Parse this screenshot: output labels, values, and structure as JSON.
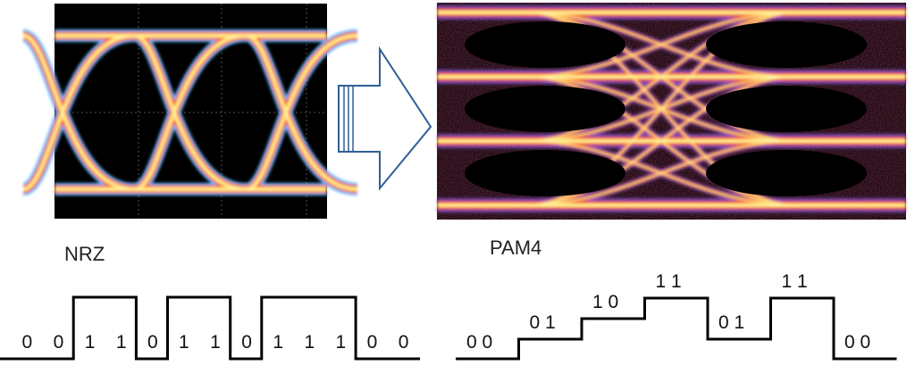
{
  "labels": {
    "left_title": "NRZ",
    "right_title": "PAM4"
  },
  "colors": {
    "eye_background": "#000000",
    "trace_hot": "#fff8b0",
    "trace_warm": "#ffd24a",
    "trace_mid": "#ff3a3a",
    "trace_cool": "#3fb8ff",
    "trace_low": "#8a6cff",
    "arrow_stroke": "#2f5f96",
    "signal_line": "#000000"
  },
  "nrz": {
    "bits": [
      "0",
      "0",
      "1",
      "1",
      "0",
      "1",
      "1",
      "0",
      "1",
      "1",
      "1",
      "0",
      "0"
    ],
    "levels": [
      0,
      0,
      1,
      1,
      0,
      1,
      1,
      0,
      1,
      1,
      1,
      0,
      0
    ]
  },
  "pam4": {
    "symbols": [
      {
        "text": "0  0",
        "level": 0
      },
      {
        "text": "0  1",
        "level": 1
      },
      {
        "text": "1  0",
        "level": 2
      },
      {
        "text": "1  1",
        "level": 3
      },
      {
        "text": "0  1",
        "level": 1
      },
      {
        "text": "1  1",
        "level": 3
      },
      {
        "text": "0  0",
        "level": 0
      }
    ]
  }
}
